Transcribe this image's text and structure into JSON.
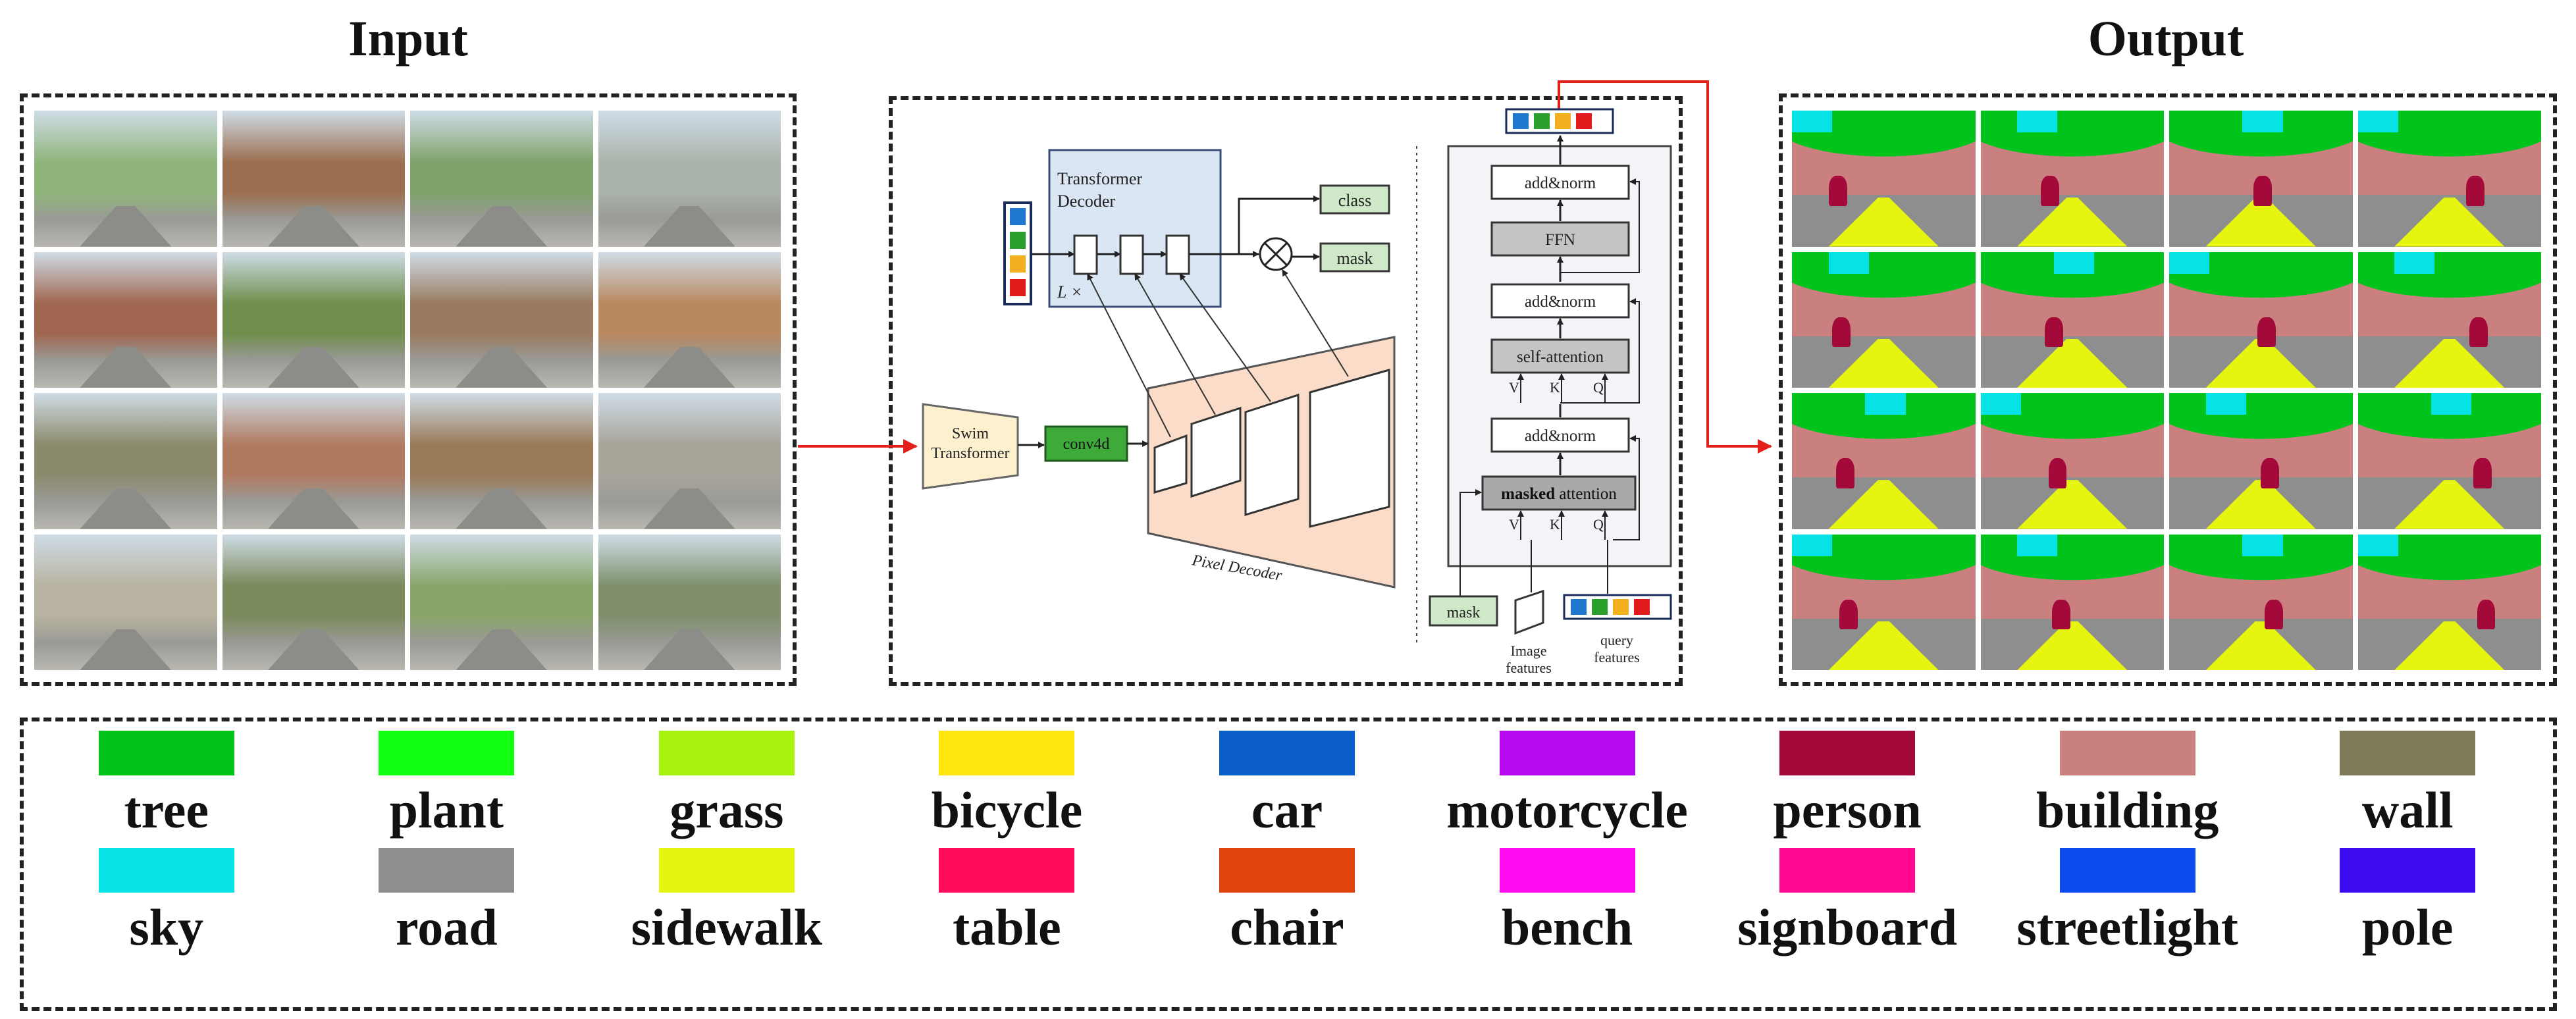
{
  "input_title": "Input",
  "output_title": "Output",
  "model": {
    "swin_label_1": "Swim",
    "swin_label_2": "Transformer",
    "conv_label": "conv4d",
    "transformer_decoder_1": "Transformer",
    "transformer_decoder_2": "Decoder",
    "loop_label": "L ×",
    "class_label": "class",
    "mask_label": "mask",
    "pixel_decoder_label": "Pixel Decoder",
    "add_norm_label": "add&norm",
    "ffn_label": "FFN",
    "self_attention_label": "self-attention",
    "masked_bold": "masked",
    "masked_rest": " attention",
    "v_label": "V",
    "k_label": "K",
    "q_label": "Q",
    "mask_input_label": "mask",
    "image_features_1": "Image",
    "image_features_2": "features",
    "query_features_1": "query",
    "query_features_2": "features"
  },
  "query_colors": [
    "#1f77d0",
    "#2ca02c",
    "#f2b01e",
    "#e11b1b"
  ],
  "input_scenes": [
    [
      "#8fb57a",
      "#9b6e4f",
      "#7fa36a",
      "#a9b3a9"
    ],
    [
      "#a0664f",
      "#6f8e4c",
      "#9a7b60",
      "#b9885f"
    ],
    [
      "#8c8a6c",
      "#b07a60",
      "#9a7a58",
      "#a8a49a"
    ],
    [
      "#b8b3a0",
      "#7a8a5a",
      "#8aa56a",
      "#7e8f6a"
    ]
  ],
  "legend": [
    {
      "label": "tree",
      "color": "#00c31c"
    },
    {
      "label": "plant",
      "color": "#11ff11"
    },
    {
      "label": "grass",
      "color": "#a8f20f"
    },
    {
      "label": "bicycle",
      "color": "#ffe60c"
    },
    {
      "label": "car",
      "color": "#0b5ec7"
    },
    {
      "label": "motorcycle",
      "color": "#b60aef"
    },
    {
      "label": "person",
      "color": "#a30a3a"
    },
    {
      "label": "building",
      "color": "#c9807f"
    },
    {
      "label": "wall",
      "color": "#7e7a58"
    },
    {
      "label": "sky",
      "color": "#07e2e6"
    },
    {
      "label": "road",
      "color": "#8e8e8e"
    },
    {
      "label": "sidewalk",
      "color": "#e5f50f"
    },
    {
      "label": "table",
      "color": "#ff0b59"
    },
    {
      "label": "chair",
      "color": "#e0440c"
    },
    {
      "label": "bench",
      "color": "#ff0bf0"
    },
    {
      "label": "signboard",
      "color": "#ff0a90"
    },
    {
      "label": "streetlight",
      "color": "#0b4cf0"
    },
    {
      "label": "pole",
      "color": "#3d0bf0"
    }
  ]
}
